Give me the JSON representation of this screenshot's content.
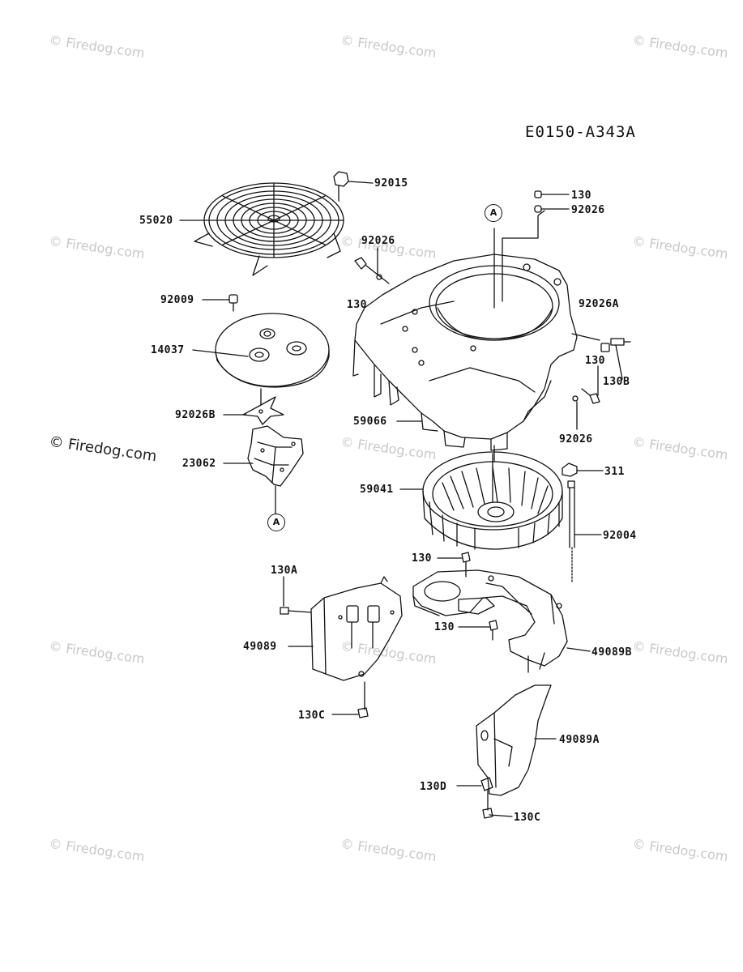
{
  "diagram": {
    "code": "E0150-A343A",
    "ref_marker": "A",
    "watermark": "© Firedog.com",
    "parts": {
      "p92015": "92015",
      "p55020": "55020",
      "p130_top": "130",
      "p92026_top": "92026",
      "p92026_mid": "92026",
      "p130_left": "130",
      "p92009": "92009",
      "p14037": "14037",
      "p92026A": "92026A",
      "p130_right": "130",
      "p130B": "130B",
      "p92026B": "92026B",
      "p59066": "59066",
      "p92026_low": "92026",
      "p23062": "23062",
      "p311": "311",
      "p59041": "59041",
      "p92004": "92004",
      "p130_plate": "130",
      "p130A": "130A",
      "p130_plate2": "130",
      "p49089": "49089",
      "p49089B": "49089B",
      "p130C_left": "130C",
      "p49089A": "49089A",
      "p130D": "130D",
      "p130C_right": "130C"
    }
  }
}
